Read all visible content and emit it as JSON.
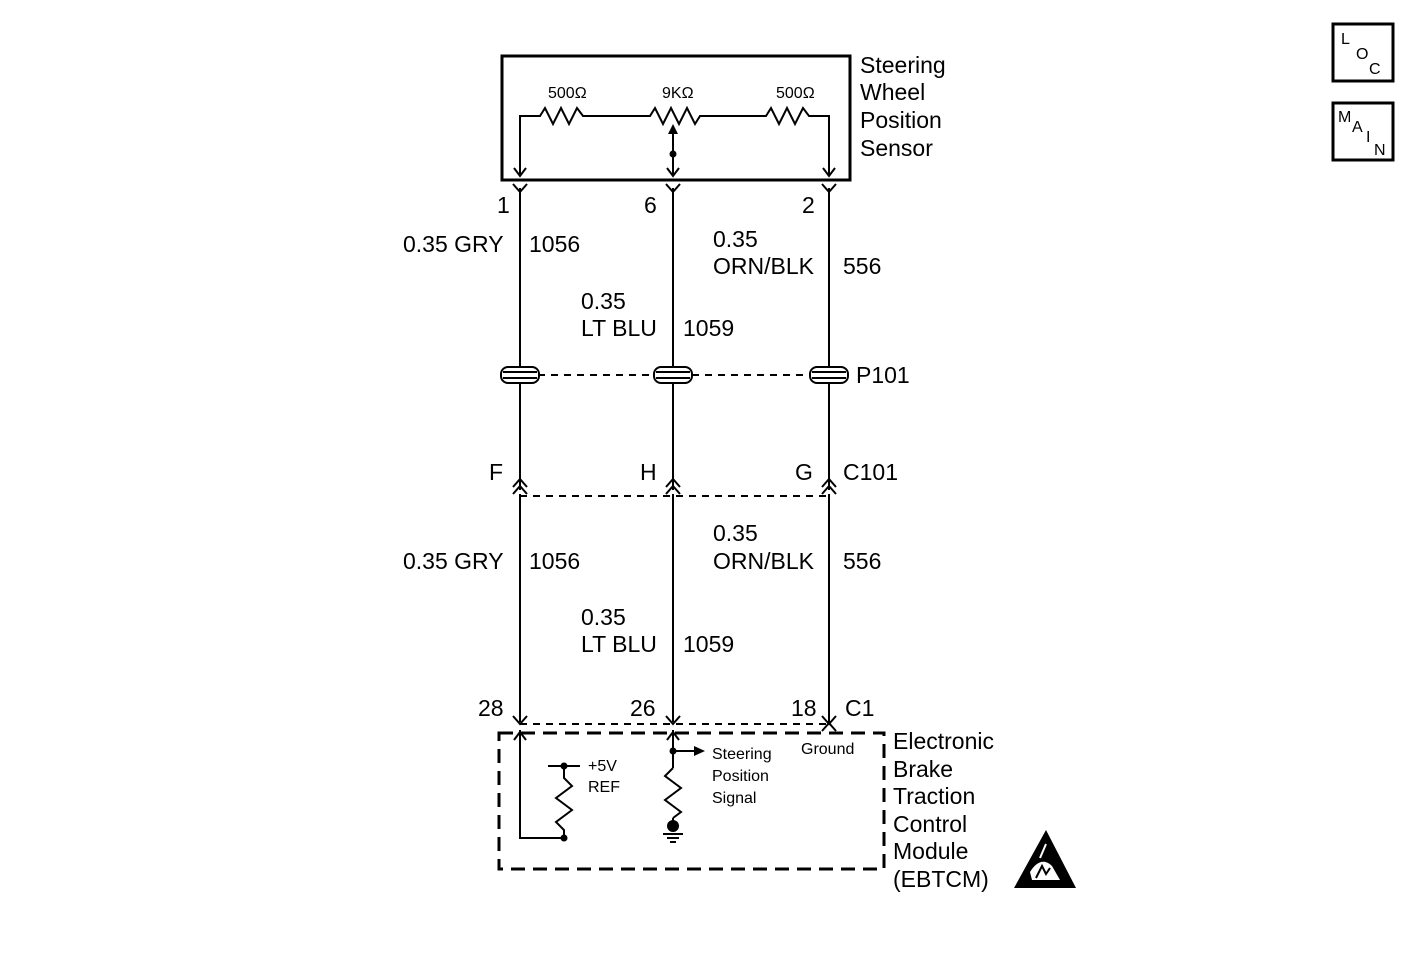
{
  "nav": {
    "loc": {
      "l1": "L",
      "l2": "O",
      "l3": "C"
    },
    "main": {
      "l1": "M",
      "l2": "A",
      "l3": "I",
      "l4": "N"
    }
  },
  "sensor": {
    "title_lines": [
      "Steering",
      "Wheel",
      "Position",
      "Sensor"
    ],
    "resistors": {
      "left": "500Ω",
      "center": "9KΩ",
      "right": "500Ω"
    }
  },
  "pins_top": {
    "a": "1",
    "b": "6",
    "c": "2"
  },
  "wires_upper": {
    "gry": {
      "size_color": "0.35 GRY",
      "circuit": "1056"
    },
    "ltblu": {
      "size": "0.35",
      "color": "LT BLU",
      "circuit": "1059"
    },
    "ornblk": {
      "size": "0.35",
      "color": "ORN/BLK",
      "circuit": "556"
    }
  },
  "splice_label": "P101",
  "connector_c101": {
    "label": "C101",
    "pins": {
      "a": "F",
      "b": "H",
      "c": "G"
    }
  },
  "wires_lower": {
    "gry": {
      "size_color": "0.35 GRY",
      "circuit": "1056"
    },
    "ltblu": {
      "size": "0.35",
      "color": "LT BLU",
      "circuit": "1059"
    },
    "ornblk": {
      "size": "0.35",
      "color": "ORN/BLK",
      "circuit": "556"
    }
  },
  "connector_c1": {
    "label": "C1",
    "pins": {
      "a": "28",
      "b": "26",
      "c": "18"
    }
  },
  "module": {
    "title_lines": [
      "Electronic",
      "Brake",
      "Traction",
      "Control",
      "Module",
      "(EBTCM)"
    ],
    "ref_lines": [
      "+5V",
      "REF"
    ],
    "signal_lines": [
      "Steering",
      "Position",
      "Signal"
    ],
    "ground_label": "Ground"
  },
  "esd_icon": "esd-sensitive-icon"
}
